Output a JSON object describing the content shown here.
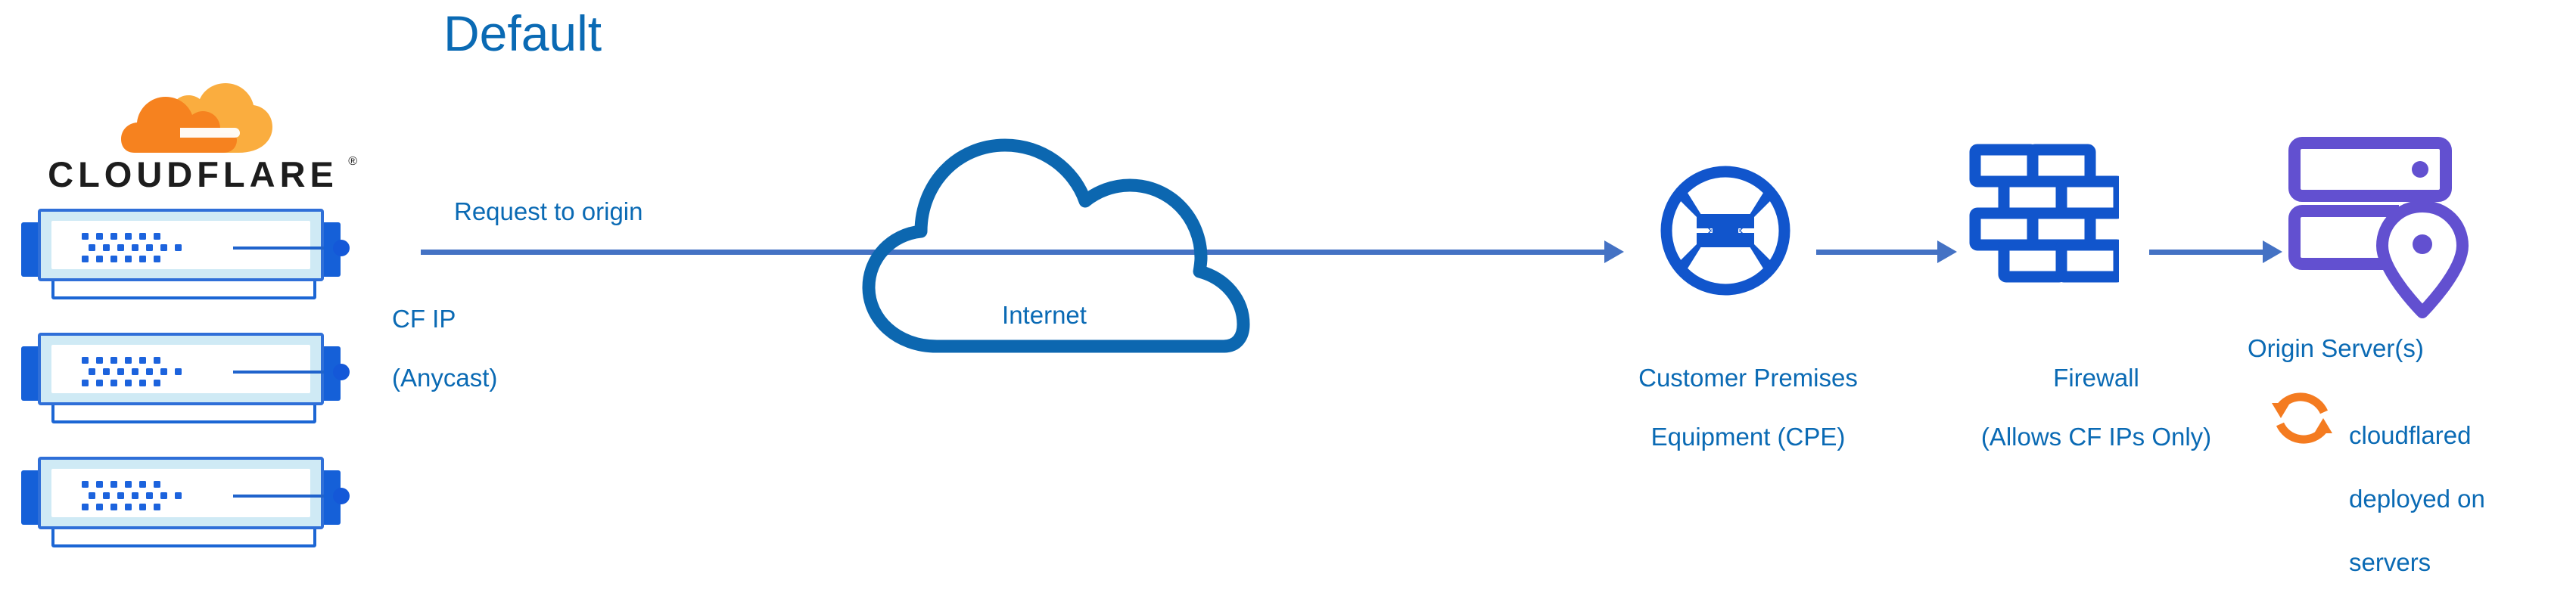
{
  "diagram": {
    "title": "Default",
    "title_color": "#0a6ab4"
  },
  "brand": {
    "logo_name": "cloudflare-logo",
    "wordmark": "CLOUDFLARE",
    "registered_mark": "®",
    "cloud_color_dark": "#f6821f",
    "cloud_color_light": "#faad3f",
    "wordmark_color": "#1d1d1d"
  },
  "nodes": {
    "cf_edge": {
      "name": "cloudflare-edge-servers",
      "count": 3,
      "ip_label_line1": "CF IP",
      "ip_label_line2": "(Anycast)",
      "accent_color": "#1560d8",
      "body_fill": "#cfeaf5"
    },
    "internet": {
      "label": "Internet",
      "icon": "cloud-icon",
      "color": "#0c67b0"
    },
    "cpe": {
      "label_line1": "Customer Premises",
      "label_line2": "Equipment (CPE)",
      "icon": "router-icon",
      "color": "#1155cc"
    },
    "firewall": {
      "label_line1": "Firewall",
      "label_line2": "(Allows CF IPs Only)",
      "icon": "brick-wall-icon",
      "color": "#1155cc"
    },
    "origin": {
      "label": "Origin Server(s)",
      "icon": "server-rack-pin-icon",
      "color": "#6250d0",
      "note_line1": "cloudflared",
      "note_line2": "deployed on",
      "note_line3": "servers",
      "note_icon": "sync-arrows-icon",
      "note_icon_color": "#f47b20"
    }
  },
  "flow": {
    "request_label": "Request to origin",
    "arrow_color": "#4472c4",
    "segments": [
      {
        "name": "edge-to-internet-arrow",
        "from": "cf_edge",
        "to": "cpe"
      },
      {
        "name": "cpe-to-firewall-arrow",
        "from": "cpe",
        "to": "firewall"
      },
      {
        "name": "firewall-to-origin-arrow",
        "from": "firewall",
        "to": "origin"
      }
    ]
  }
}
